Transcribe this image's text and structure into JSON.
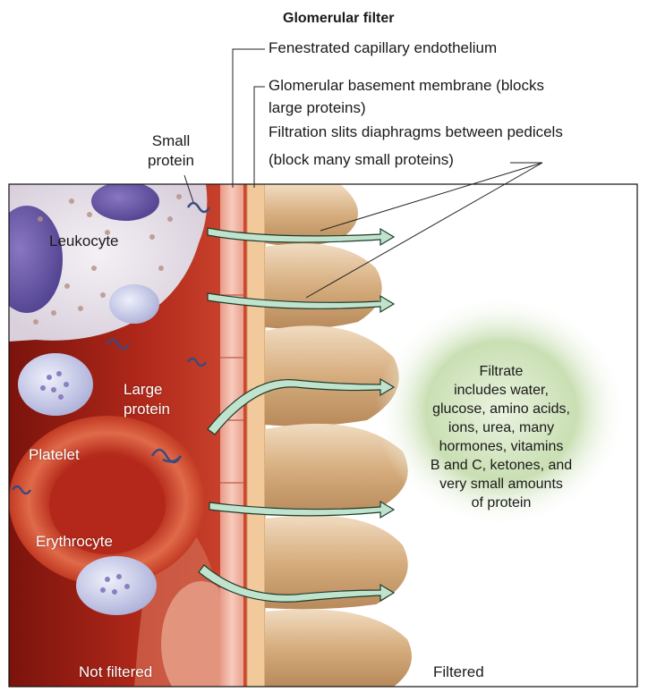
{
  "title": "Glomerular filter",
  "layer_labels": {
    "endothelium": "Fenestrated capillary endothelium",
    "basement_line1": "Glomerular basement membrane (blocks",
    "basement_line2": "large proteins)",
    "slits_line1": "Filtration slits diaphragms between pedicels",
    "slits_line2": "(block many small proteins)"
  },
  "cell_labels": {
    "small_protein_line1": "Small",
    "small_protein_line2": "protein",
    "leukocyte": "Leukocyte",
    "large_protein_line1": "Large",
    "large_protein_line2": "protein",
    "platelet": "Platelet",
    "erythrocyte": "Erythrocyte"
  },
  "filtrate": {
    "lines": [
      "Filtrate",
      "includes water,",
      "glucose, amino acids,",
      "ions, urea, many",
      "hormones, vitamins",
      "B and C, ketones, and",
      "very small amounts",
      "of protein"
    ]
  },
  "footer": {
    "not_filtered": "Not filtered",
    "filtered": "Filtered"
  },
  "colors": {
    "blood_dark": "#8e1a12",
    "blood_red": "#c0311f",
    "endothelium": "#f3b7a6",
    "basement": "#f2c99a",
    "podocyte": "#d8b184",
    "arrow": "#bfe3cc",
    "filtrate_glow": "#a9c98a"
  }
}
